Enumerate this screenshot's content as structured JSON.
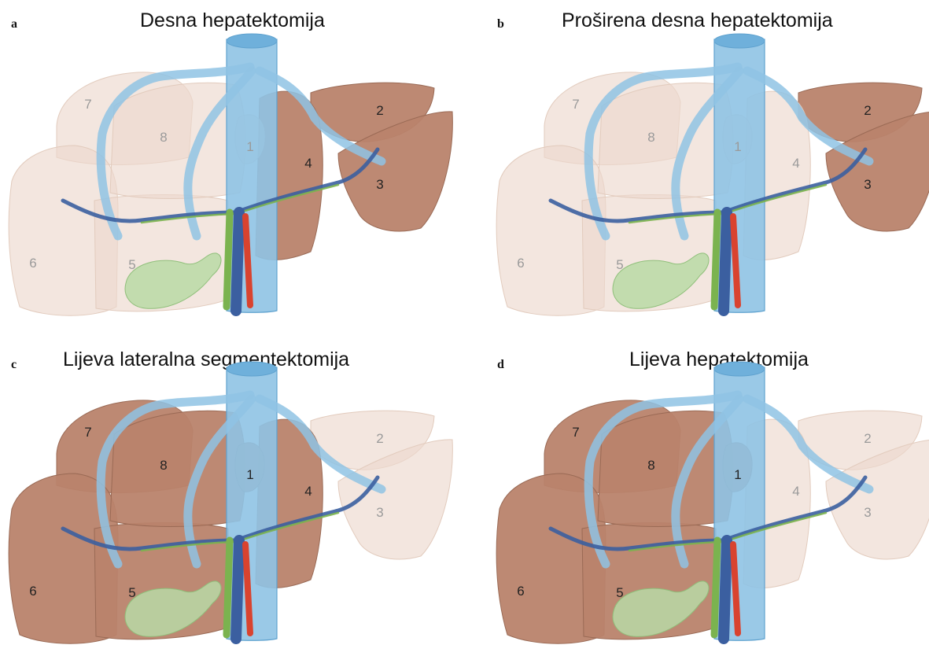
{
  "panels": [
    {
      "letter": "a",
      "title": "Desna hepatektomija",
      "resected": [
        "7",
        "8",
        "6",
        "5",
        "1"
      ],
      "seg_labels": [
        "7",
        "8",
        "1",
        "2",
        "4",
        "3",
        "6",
        "5"
      ]
    },
    {
      "letter": "b",
      "title": "Proširena desna hepatektomija",
      "resected": [
        "7",
        "8",
        "6",
        "5",
        "4",
        "1"
      ],
      "seg_labels": [
        "7",
        "8",
        "1",
        "2",
        "4",
        "3",
        "6",
        "5"
      ]
    },
    {
      "letter": "c",
      "title": "Lijeva lateralna segmentektomija",
      "resected": [
        "2",
        "3"
      ],
      "seg_labels": [
        "7",
        "8",
        "1",
        "2",
        "4",
        "3",
        "6",
        "5"
      ]
    },
    {
      "letter": "d",
      "title": "Lijeva hepatektomija",
      "resected": [
        "2",
        "3",
        "4"
      ],
      "seg_labels": [
        "7",
        "8",
        "1",
        "2",
        "4",
        "3",
        "6",
        "5"
      ]
    }
  ],
  "colors": {
    "liver_kept": "#b9836b",
    "liver_resected": "#ecd9ce",
    "vein": "#8fc3e4",
    "vein_dark": "#5fa2cf",
    "artery": "#d9432f",
    "portal": "#3b5fa0",
    "bile": "#7bb34f",
    "gallbladder": "#b9d9a6"
  }
}
